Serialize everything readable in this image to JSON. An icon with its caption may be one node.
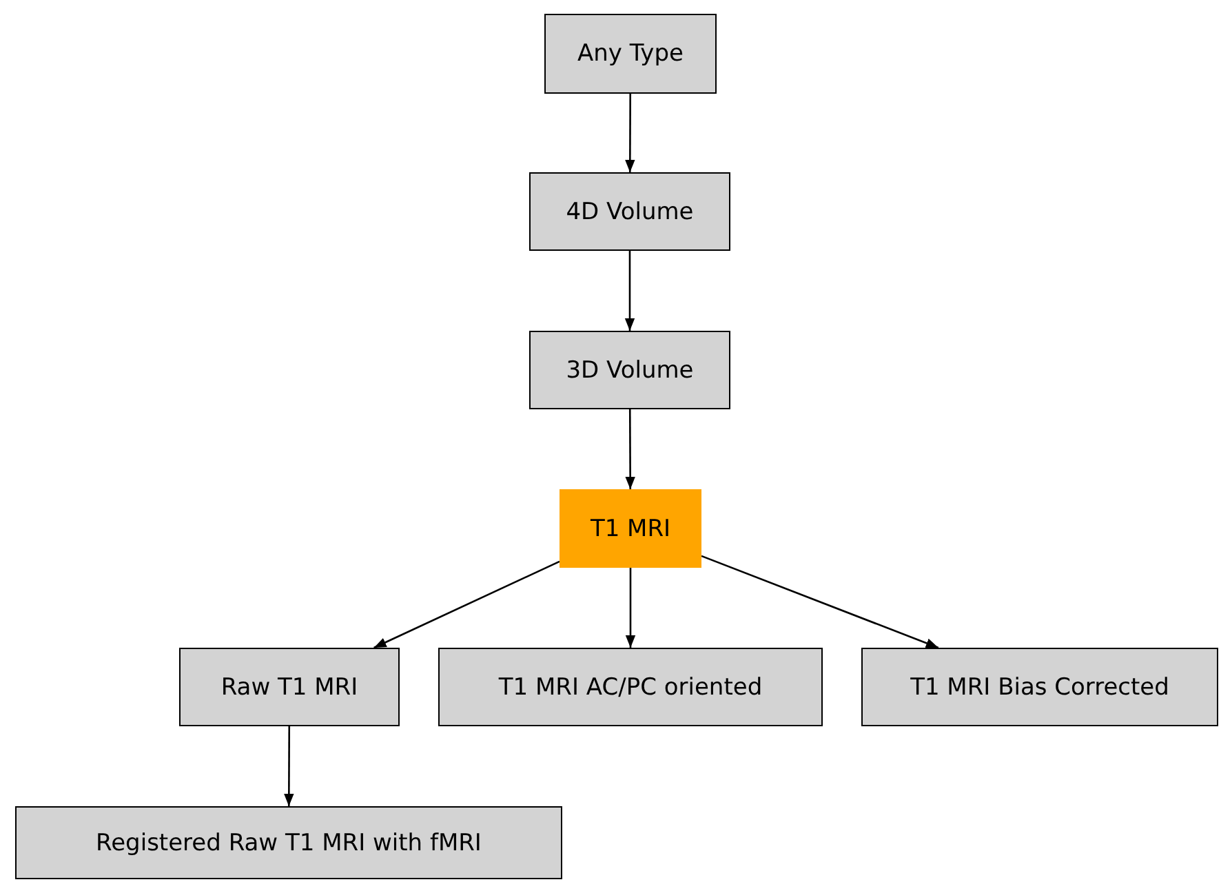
{
  "diagram": {
    "nodes": [
      {
        "text": [
          "Any Type"
        ]
      },
      {
        "text": [
          "4D Volume"
        ]
      },
      {
        "text": [
          "3D Volume"
        ]
      },
      {
        "text": [
          "T1 MRI"
        ]
      },
      {
        "text": [
          "Raw T1 MRI"
        ]
      },
      {
        "text": [
          "T1 MRI AC/PC oriented"
        ]
      },
      {
        "text": [
          "T1 MRI Bias Corrected"
        ]
      },
      {
        "text": [
          "Registered Raw T1 MRI with fMRI"
        ]
      }
    ],
    "edges": [
      {
        "from": 0,
        "to": 1,
        "arrow": "to"
      },
      {
        "from": 1,
        "to": 2,
        "arrow": "to"
      },
      {
        "from": 2,
        "to": 3,
        "arrow": "to"
      },
      {
        "from": 3,
        "to": 4,
        "arrow": "to"
      },
      {
        "from": 3,
        "to": 5,
        "arrow": "to"
      },
      {
        "from": 3,
        "to": 6,
        "arrow": "to"
      },
      {
        "from": 4,
        "to": 7,
        "arrow": "to"
      }
    ]
  }
}
